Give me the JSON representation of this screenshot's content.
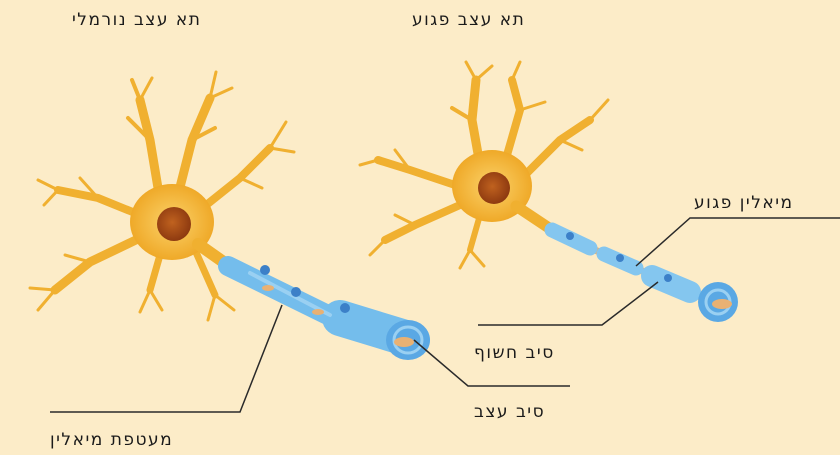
{
  "labels": {
    "normal_cell": "תא עצב נורמלי",
    "damaged_cell": "תא עצב פגוע",
    "damaged_myelin": "מיאלין פגוע",
    "exposed_fiber": "סיב חשוף",
    "nerve_fiber": "סיב עצב",
    "myelin_sheath": "מעטפת מיאלין"
  },
  "colors": {
    "background": "#fcecc8",
    "neuron": "#f2b331",
    "nucleus": "#b8561a",
    "myelin": "#6fb9ea",
    "axon_core": "#e9b173",
    "leader_line": "#2a2a2a"
  }
}
